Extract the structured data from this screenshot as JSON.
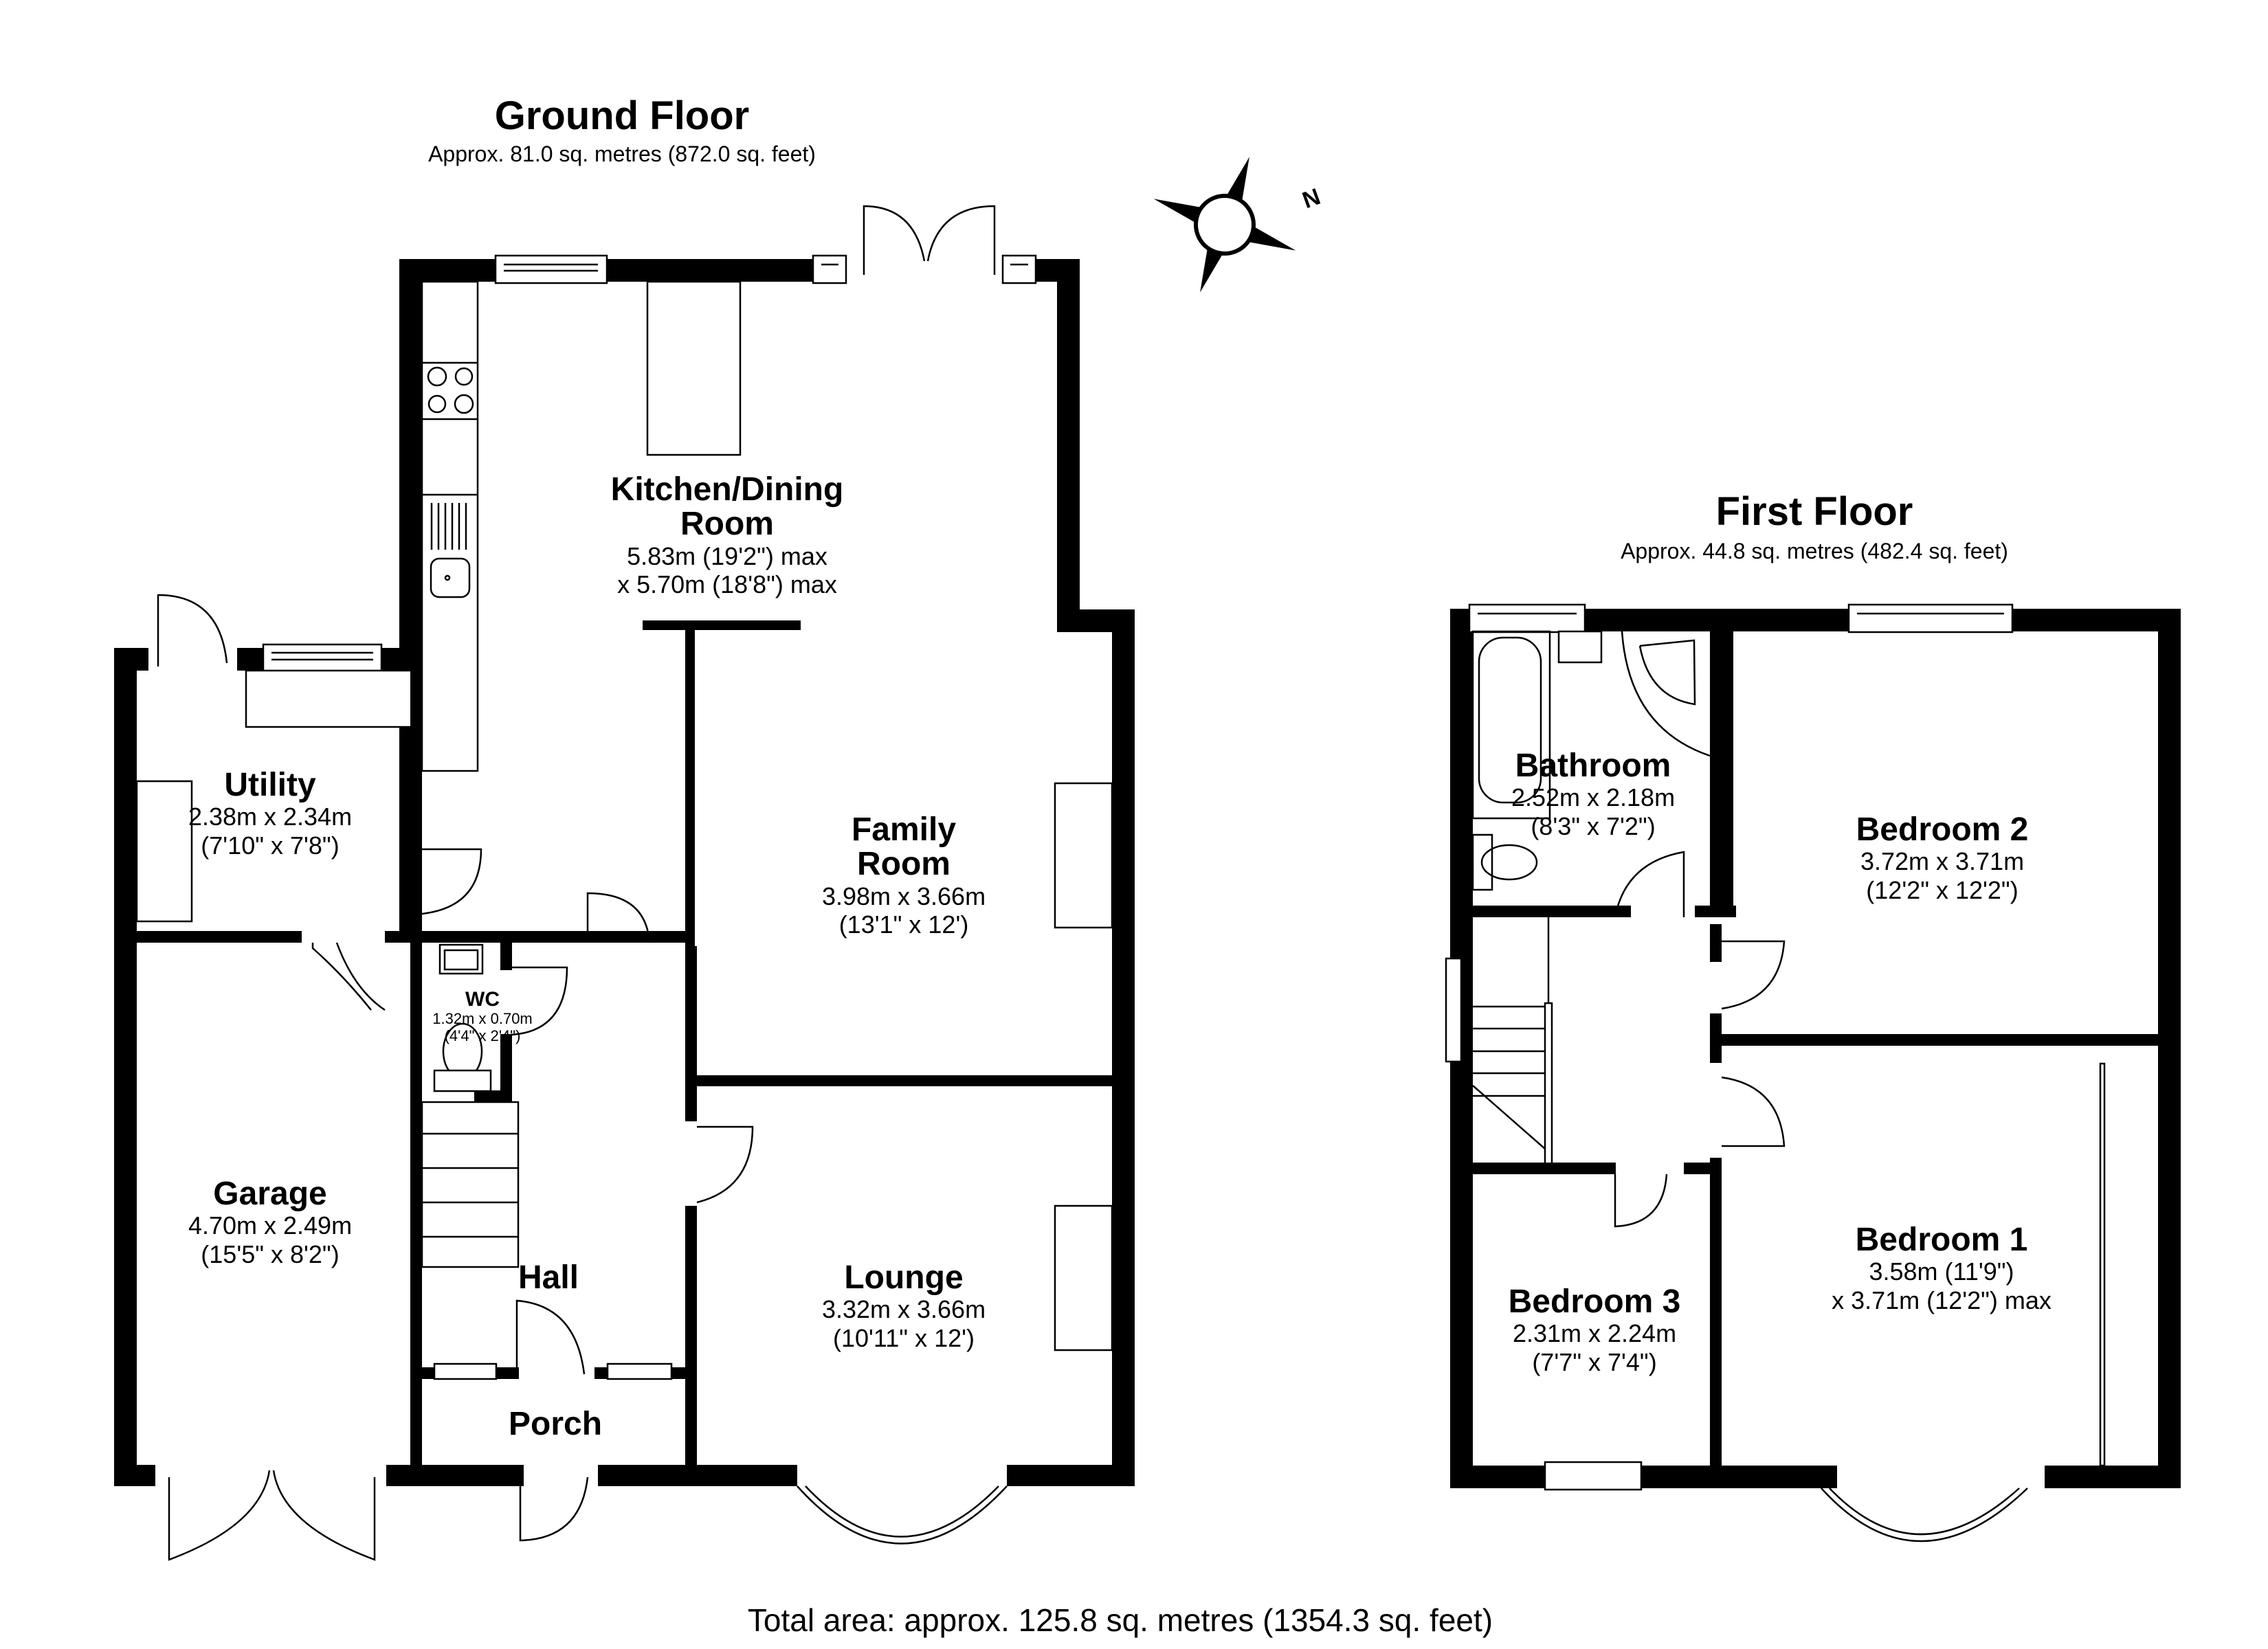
{
  "ground_floor": {
    "title": "Ground Floor",
    "area": "Approx. 81.0 sq. metres (872.0 sq. feet)",
    "rooms": {
      "kitchen": {
        "name_line1": "Kitchen/Dining",
        "name_line2": "Room",
        "dim_line1": "5.83m (19'2\") max",
        "dim_line2": "x 5.70m (18'8\") max"
      },
      "utility": {
        "name": "Utility",
        "dim_line1": "2.38m x 2.34m",
        "dim_line2": "(7'10\" x 7'8\")"
      },
      "family_room": {
        "name_line1": "Family",
        "name_line2": "Room",
        "dim_line1": "3.98m x 3.66m",
        "dim_line2": "(13'1\" x 12')"
      },
      "wc": {
        "name": "WC",
        "dim_line1": "1.32m x 0.70m",
        "dim_line2": "(4'4\" x 2'4\")"
      },
      "garage": {
        "name": "Garage",
        "dim_line1": "4.70m x 2.49m",
        "dim_line2": "(15'5\" x 8'2\")"
      },
      "hall": {
        "name": "Hall"
      },
      "lounge": {
        "name": "Lounge",
        "dim_line1": "3.32m x 3.66m",
        "dim_line2": "(10'11\" x 12')"
      },
      "porch": {
        "name": "Porch"
      }
    }
  },
  "first_floor": {
    "title": "First Floor",
    "area": "Approx. 44.8 sq. metres (482.4 sq. feet)",
    "rooms": {
      "bathroom": {
        "name": "Bathroom",
        "dim_line1": "2.52m x 2.18m",
        "dim_line2": "(8'3\" x 7'2\")"
      },
      "bedroom2": {
        "name": "Bedroom 2",
        "dim_line1": "3.72m x 3.71m",
        "dim_line2": "(12'2\" x 12'2\")"
      },
      "bedroom3": {
        "name": "Bedroom 3",
        "dim_line1": "2.31m x 2.24m",
        "dim_line2": "(7'7\" x 7'4\")"
      },
      "bedroom1": {
        "name": "Bedroom 1",
        "dim_line1": "3.58m (11'9\")",
        "dim_line2": "x 3.71m (12'2\") max"
      }
    }
  },
  "compass": {
    "label": "N",
    "icon": "compass-rose-icon"
  },
  "footer": {
    "total_area": "Total area: approx. 125.8 sq. metres (1354.3 sq. feet)"
  }
}
